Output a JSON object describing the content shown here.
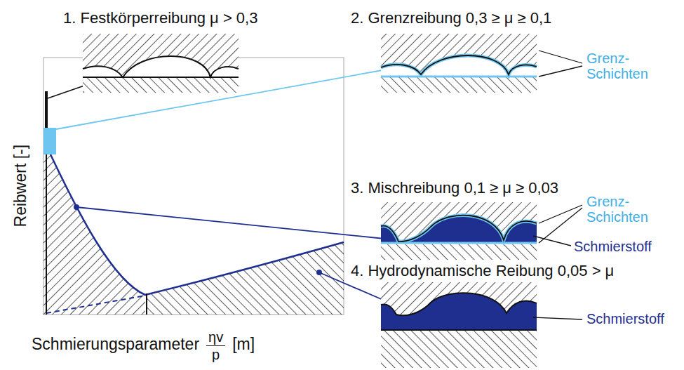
{
  "diagram": {
    "labels": [
      "1. Festkörperreibung μ > 0,3",
      "2. Grenzreibung 0,3 ≥ μ ≥ 0,1",
      "Grenz- Schichten",
      "3. Mischreibung 0,1 ≥ μ ≥ 0,03",
      "Grenz- Schichten",
      "Schmierstoff",
      "4. Hydrodynamische Reibung 0,05 > μ",
      "Schmierstoff",
      "Reibwert [-]",
      "Schmierungsparameter",
      "ηv",
      "p",
      "[m]"
    ]
  }
}
